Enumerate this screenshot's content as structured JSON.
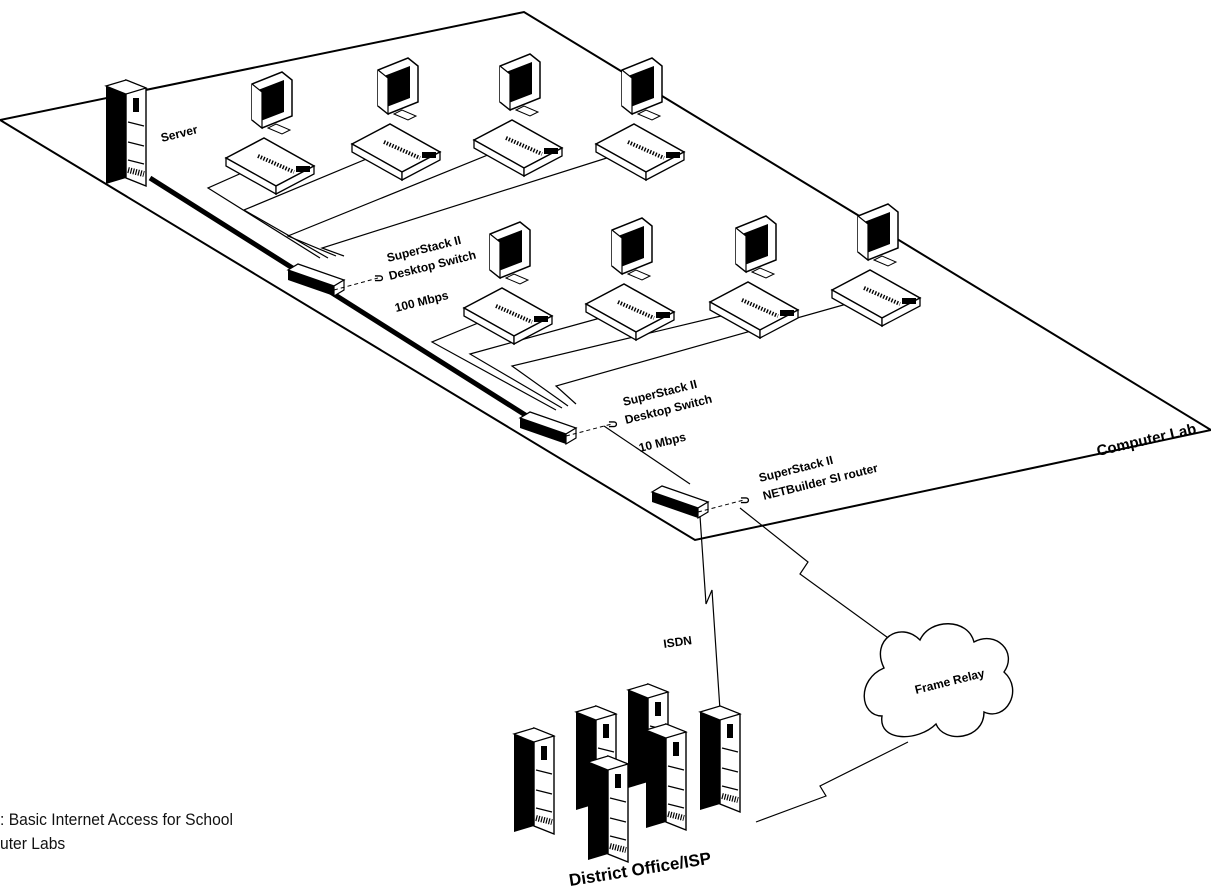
{
  "diagram": {
    "zone_label": "Computer Lab",
    "server_label": "Server",
    "switch_top": {
      "line1": "SuperStack II",
      "line2": "Desktop Switch",
      "speed": "100 Mbps"
    },
    "switch_bottom": {
      "line1": "SuperStack II",
      "line2": "Desktop Switch",
      "speed": "10 Mbps"
    },
    "router": {
      "line1": "SuperStack II",
      "line2": "NETBuilder SI router"
    },
    "wan": {
      "isdn": "ISDN",
      "cloud": "Frame Relay",
      "district": "District Office/ISP"
    },
    "caption": {
      "line1": ": Basic Internet Access for School",
      "line2": "uter Labs"
    }
  }
}
